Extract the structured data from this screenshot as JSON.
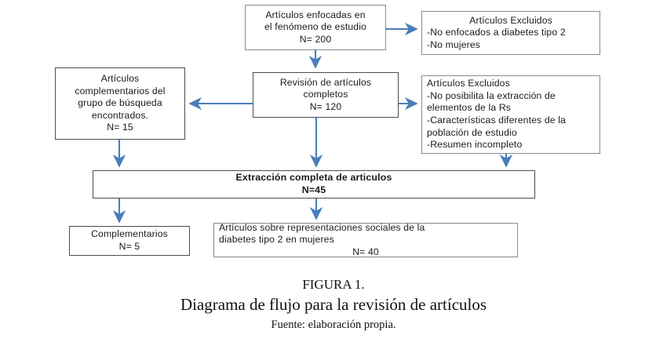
{
  "figure": {
    "type": "flowchart",
    "language": "es",
    "number_label": "FIGURA 1.",
    "title": "Diagrama de flujo para la revisión de artículos",
    "source": "Fuente: elaboración propia."
  },
  "colors": {
    "arrow": "#4a7ebb",
    "box_border": "#8a8a8a",
    "box_border_strong": "#4d4d4d",
    "background": "#ffffff",
    "text": "#1a1a1a"
  },
  "nodes": {
    "articulos_enfocados": {
      "lines": [
        "Artículos enfocadas en",
        "el fenómeno de estudio",
        "N= 200"
      ],
      "n": 200,
      "align": "center"
    },
    "excluidos_1": {
      "lines": [
        "Artículos Excluidos",
        "-No enfocados a diabetes tipo 2",
        "-No mujeres"
      ],
      "align": "mixed"
    },
    "revision_completos": {
      "lines": [
        "Revisión de artículos",
        "completos",
        "N=  120"
      ],
      "n": 120,
      "align": "center"
    },
    "complementarios_busqueda": {
      "lines": [
        "Artículos",
        "complementarios del",
        "grupo de búsqueda",
        "encontrados.",
        "N= 15"
      ],
      "n": 15,
      "align": "center"
    },
    "excluidos_2": {
      "lines": [
        "Artículos Excluidos",
        "-No posibilita la  extracción de",
        "elementos de la  Rs",
        "-Características diferentes de la",
        "población de estudio",
        "-Resumen incompleto"
      ],
      "align": "left"
    },
    "extraccion_completa": {
      "lines": [
        "Extracción completa de articulos",
        "N=45"
      ],
      "n": 45,
      "align": "center"
    },
    "complementarios_final": {
      "lines": [
        "Complementarios",
        "N= 5"
      ],
      "n": 5,
      "align": "center"
    },
    "representaciones_sociales": {
      "lines": [
        "Artículos  sobre representaciones sociales de la",
        "diabetes tipo 2 en mujeres",
        "N= 40"
      ],
      "n": 40,
      "align": "mixed"
    }
  },
  "edges": [
    {
      "id": "edge-enfocados-excluidos1",
      "from": "articulos_enfocados",
      "to": "excluidos_1",
      "direction": "right"
    },
    {
      "id": "edge-enfocados-revision",
      "from": "articulos_enfocados",
      "to": "revision_completos",
      "direction": "down"
    },
    {
      "id": "edge-revision-complementarios",
      "from": "revision_completos",
      "to": "complementarios_busqueda",
      "direction": "left"
    },
    {
      "id": "edge-revision-excluidos2",
      "from": "revision_completos",
      "to": "excluidos_2",
      "direction": "right"
    },
    {
      "id": "edge-revision-extraccion",
      "from": "revision_completos",
      "to": "extraccion_completa",
      "direction": "down"
    },
    {
      "id": "edge-complementarios-extraccion",
      "from": "complementarios_busqueda",
      "to": "extraccion_completa",
      "direction": "down"
    },
    {
      "id": "edge-excluidos2-extraccion",
      "from": "excluidos_2",
      "to": "extraccion_completa",
      "direction": "down"
    },
    {
      "id": "edge-extraccion-complementarios",
      "from": "extraccion_completa",
      "to": "complementarios_final",
      "direction": "down"
    },
    {
      "id": "edge-extraccion-representaciones",
      "from": "extraccion_completa",
      "to": "representaciones_sociales",
      "direction": "down"
    }
  ]
}
